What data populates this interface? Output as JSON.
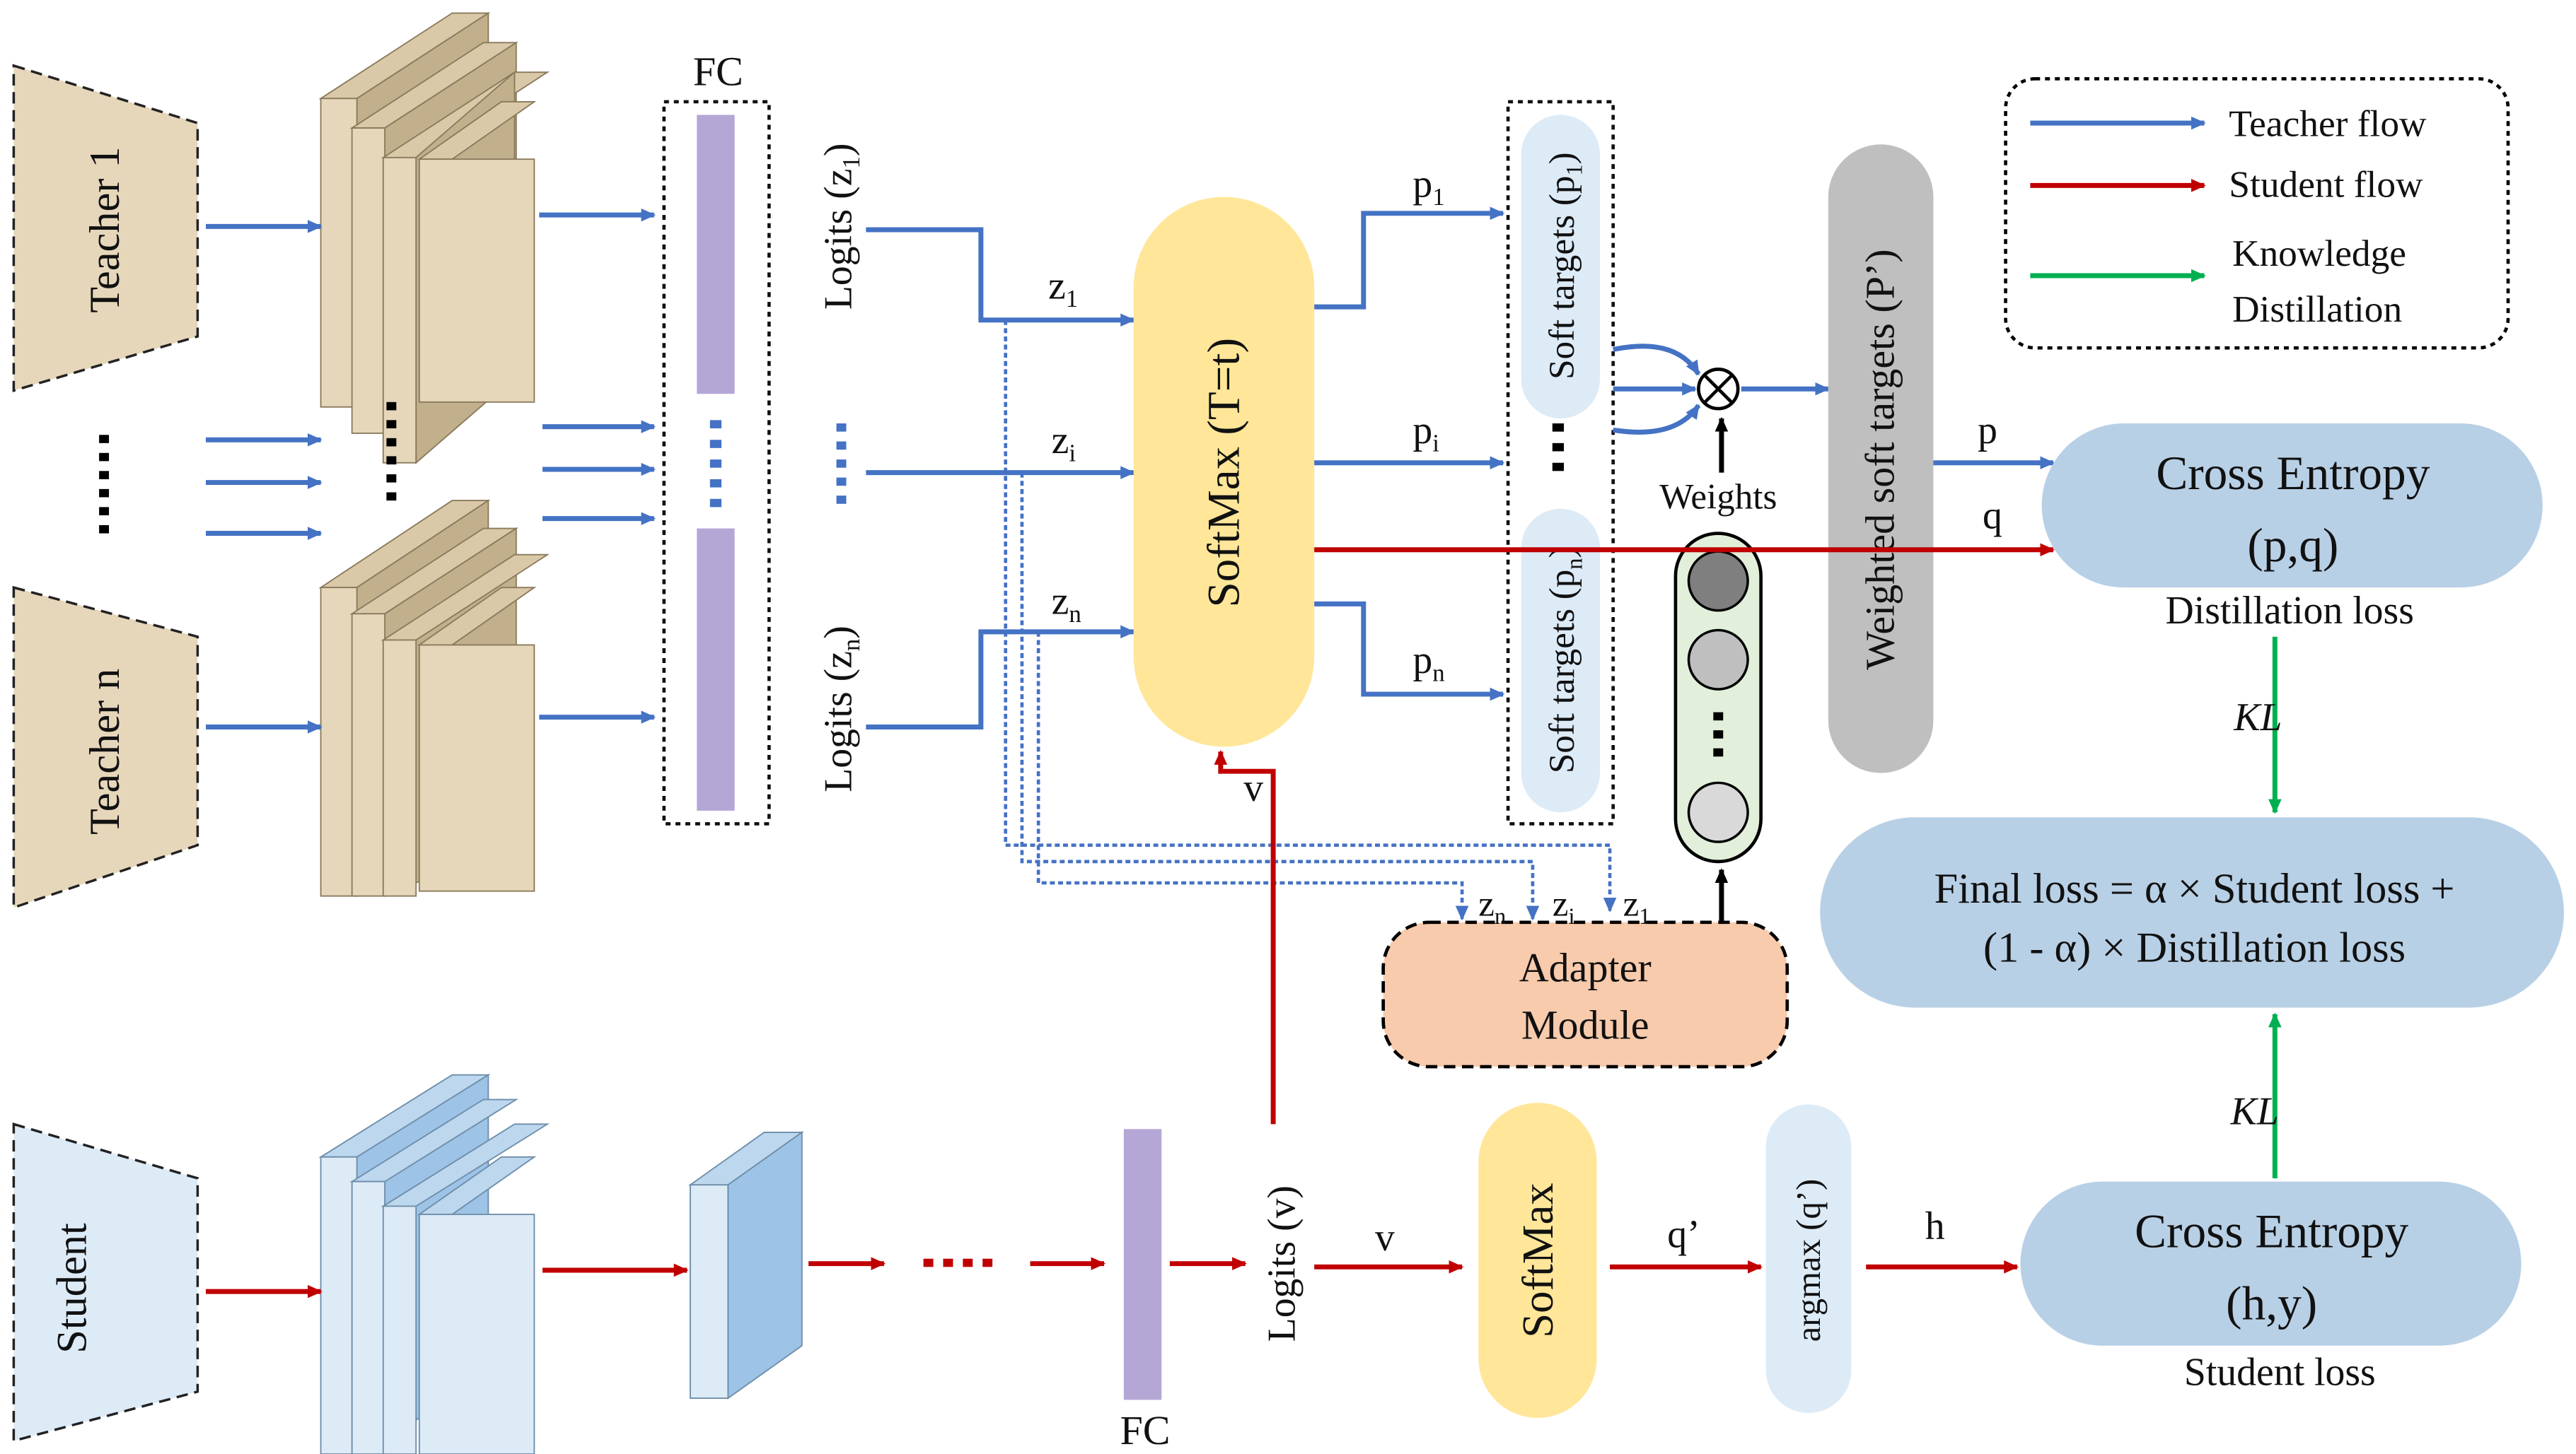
{
  "teachers": {
    "teacher1": "Teacher 1",
    "teachern": "Teacher n",
    "student": "Student"
  },
  "fc": {
    "top_label": "FC",
    "bottom_label": "FC"
  },
  "logits": {
    "z1": "Logits (z",
    "z1_sub": "1",
    "zn": "Logits (z",
    "zn_sub": "n",
    "close": ")",
    "v": "Logits (v)"
  },
  "z_labels": {
    "z1": "z",
    "z1_sub": "1",
    "zi": "z",
    "zi_sub": "i",
    "zn": "z",
    "zn_sub": "n"
  },
  "softmax_t": "SoftMax (T=t)",
  "p_labels": {
    "p1": "p",
    "p1_sub": "1",
    "pi": "p",
    "pi_sub": "i",
    "pn": "p",
    "pn_sub": "n"
  },
  "soft_targets": {
    "top": "Soft targets (p",
    "top_sub": "1",
    "bottom": "Soft targets (p",
    "bottom_sub": "n",
    "close": ")"
  },
  "weights_label": "Weights",
  "weighted_soft_targets": "Weighted soft targets (P’)",
  "adapter": {
    "line1": "Adapter",
    "line2": "Module",
    "zn": "z",
    "zn_sub": "n",
    "zi": "z",
    "zi_sub": "i",
    "z1": "z",
    "z1_sub": "1"
  },
  "v_label": "v",
  "v_label2": "v",
  "p_label": "p",
  "q_label": "q",
  "q_prime": "q’",
  "h_label": "h",
  "cross_entropy_pq": {
    "line1": "Cross  Entropy",
    "line2": "(p,q)",
    "caption": "Distillation  loss"
  },
  "cross_entropy_hy": {
    "line1": "Cross  Entropy",
    "line2": "(h,y)",
    "caption": "Student loss"
  },
  "final_loss": {
    "line1": "Final loss = α × Student loss +",
    "line2": "(1 - α) × Distillation  loss"
  },
  "kl_top": "KL",
  "kl_bottom": "KL",
  "student_softmax": "SoftMax",
  "argmax": "argmax (q’)",
  "legend": {
    "teacher_flow": "Teacher flow",
    "student_flow": "Student flow",
    "kd_line1": "Knowledge",
    "kd_line2": "Distillation"
  },
  "colors": {
    "teacher_flow": "#4472C4",
    "student_flow": "#C00000",
    "knowledge_distillation": "#00B050",
    "teacher_box": "#E6D7BB",
    "student_box": "#DDEBF7",
    "fc_bar": "#B4A7D6",
    "softmax": "#FFE699",
    "loss_box": "#B8D0E6",
    "adapter": "#F8CBAD",
    "weighted": "#BFBFBF"
  }
}
